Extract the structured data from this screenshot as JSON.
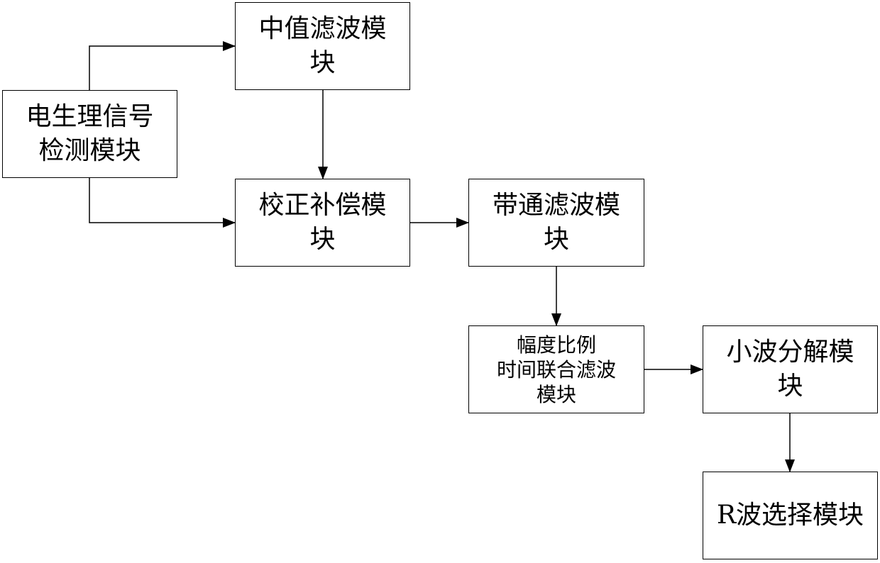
{
  "blocks": {
    "detect": {
      "lines": [
        "电生理信号",
        "检测模块"
      ]
    },
    "median": {
      "lines": [
        "中值滤波模",
        "块"
      ]
    },
    "correct": {
      "lines": [
        "校正补偿模",
        "块"
      ]
    },
    "bandpass": {
      "lines": [
        "带通滤波模",
        "块"
      ]
    },
    "amp": {
      "lines": [
        "幅度比例",
        "时间联合滤波",
        "模块"
      ]
    },
    "wavelet": {
      "lines": [
        "小波分解模",
        "块"
      ]
    },
    "rwave": {
      "lines": [
        "R波选择模块"
      ]
    }
  },
  "edges": [
    {
      "from": "detect",
      "to": "median"
    },
    {
      "from": "detect",
      "to": "correct"
    },
    {
      "from": "median",
      "to": "correct"
    },
    {
      "from": "correct",
      "to": "bandpass"
    },
    {
      "from": "bandpass",
      "to": "amp"
    },
    {
      "from": "amp",
      "to": "wavelet"
    },
    {
      "from": "wavelet",
      "to": "rwave"
    }
  ],
  "colors": {
    "stroke": "#000000",
    "fill": "#ffffff"
  }
}
